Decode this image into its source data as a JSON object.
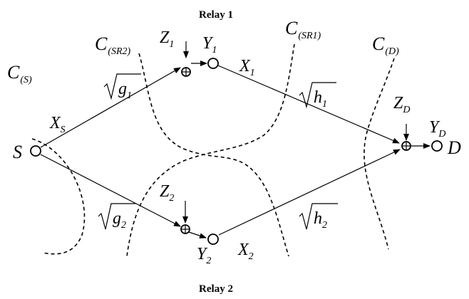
{
  "relays": {
    "top": "Relay 1",
    "bottom": "Relay 2"
  },
  "nodes": {
    "source": "S",
    "destination": "D"
  },
  "cuts": {
    "c_s": {
      "main": "C",
      "sub": "(S)"
    },
    "c_sr2": {
      "main": "C",
      "sub": "(SR2)"
    },
    "c_sr1": {
      "main": "C",
      "sub": "(SR1)"
    },
    "c_d": {
      "main": "C",
      "sub": "(D)"
    }
  },
  "signals": {
    "xs": {
      "main": "X",
      "sub": "S"
    },
    "z1": {
      "main": "Z",
      "sub": "1"
    },
    "y1": {
      "main": "Y",
      "sub": "1"
    },
    "x1": {
      "main": "X",
      "sub": "1"
    },
    "z2": {
      "main": "Z",
      "sub": "2"
    },
    "y2": {
      "main": "Y",
      "sub": "2"
    },
    "x2": {
      "main": "X",
      "sub": "2"
    },
    "zd": {
      "main": "Z",
      "sub": "D"
    },
    "yd": {
      "main": "Y",
      "sub": "D"
    }
  },
  "gains": {
    "g1": {
      "main": "g",
      "sub": "1"
    },
    "g2": {
      "main": "g",
      "sub": "2"
    },
    "h1": {
      "main": "h",
      "sub": "1"
    },
    "h2": {
      "main": "h",
      "sub": "2"
    }
  }
}
